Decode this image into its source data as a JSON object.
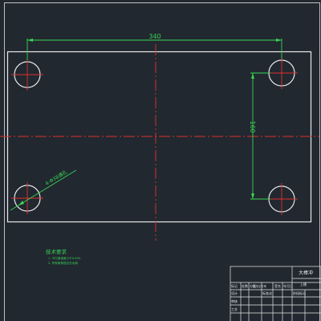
{
  "drawing": {
    "dim_horizontal": "340",
    "dim_vertical": "160",
    "hole_callout": "4-Φ38通孔",
    "tech_notes": {
      "title": "技术要求",
      "lines": [
        "1. 平行度误差小于0.005.",
        "2. 所有棱角锐边去毛刺."
      ]
    },
    "title_block": {
      "title": "大棒冲",
      "subtitle": "上模",
      "headers": [
        "标记",
        "处数",
        "分区",
        "更改文件号",
        "签名",
        "年月日"
      ],
      "row_labels": [
        "设计",
        "审核",
        "工艺"
      ],
      "cells": [
        "标准化",
        "阶段标记"
      ]
    }
  },
  "colors": {
    "background": "#212830",
    "outline": "#e8e8e8",
    "centerline": "#e03030",
    "dimension": "#39d353"
  }
}
